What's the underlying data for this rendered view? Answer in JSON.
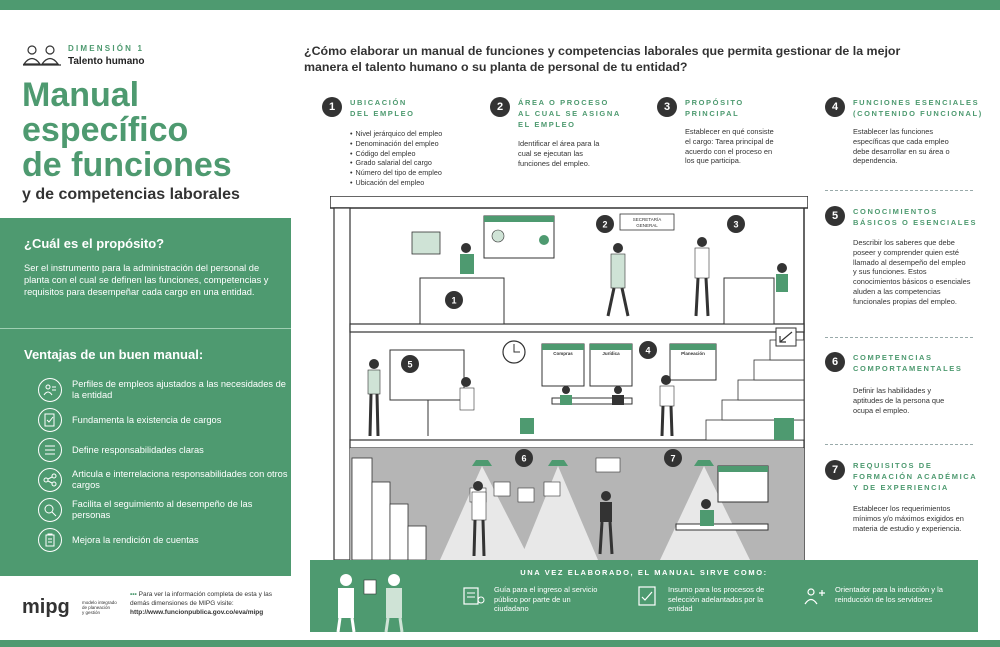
{
  "header": {
    "dimension_label": "DIMENSIÓN 1",
    "dimension_name": "Talento humano",
    "title_line1": "Manual",
    "title_line2": "específico",
    "title_line3": "de funciones",
    "subtitle": "y de competencias laborales"
  },
  "purpose": {
    "title": "¿Cuál es el propósito?",
    "text": "Ser el instrumento para la administración del personal de planta con el cual se definen las funciones, competencias y requisitos para desempeñar cada cargo en una entidad."
  },
  "advantages": {
    "title": "Ventajas de un buen manual:",
    "items": [
      {
        "icon": "people-profile-icon",
        "text": "Perfiles de empleos ajustados a las necesidades de la entidad"
      },
      {
        "icon": "document-check-icon",
        "text": "Fundamenta la existencia de cargos"
      },
      {
        "icon": "list-icon",
        "text": "Define responsabilidades claras"
      },
      {
        "icon": "connections-icon",
        "text": "Articula e interrelaciona responsabilidades con otros cargos"
      },
      {
        "icon": "magnifier-person-icon",
        "text": "Facilita el seguimiento al desempeño de las personas"
      },
      {
        "icon": "clipboard-icon",
        "text": "Mejora la rendición de cuentas"
      }
    ]
  },
  "footer": {
    "logo_text": "mipg",
    "brand_line1": "modelo integrado",
    "brand_line2": "de planeación",
    "brand_line3": "y gestión",
    "note_marker": "•••",
    "note": "Para ver la información completa de esta y las demás dimensiones de MIPG visite:",
    "url": "http://www.funcionpublica.gov.co/eva/mipg"
  },
  "question": "¿Cómo elaborar un manual de funciones y competencias laborales que permita gestionar de la mejor manera el talento humano o su planta de personal de tu entidad?",
  "steps": [
    {
      "num": "1",
      "title_line1": "UBICACIÓN",
      "title_line2": "DEL EMPLEO",
      "title_line3": "",
      "list": [
        "Nivel jerárquico del empleo",
        "Denominación del empleo",
        "Código del empleo",
        "Grado salarial del cargo",
        "Número del tipo de empleo",
        "Ubicación del empleo"
      ],
      "desc": ""
    },
    {
      "num": "2",
      "title_line1": "ÁREA O PROCESO",
      "title_line2": "AL CUAL SE ASIGNA",
      "title_line3": "EL EMPLEO",
      "desc": "Identificar el área para la cual se ejecutan las funciones del empleo."
    },
    {
      "num": "3",
      "title_line1": "PROPÓSITO",
      "title_line2": "PRINCIPAL",
      "title_line3": "",
      "desc": "Establecer en qué consiste el cargo: Tarea principal de acuerdo con el proceso en los que participa."
    },
    {
      "num": "4",
      "title_line1": "FUNCIONES ESENCIALES",
      "title_line2": "(CONTENIDO FUNCIONAL)",
      "title_line3": "",
      "desc": "Establecer las funciones específicas que cada empleo debe desarrollar en su área o dependencia."
    },
    {
      "num": "5",
      "title_line1": "CONOCIMIENTOS",
      "title_line2": "BÁSICOS O ESENCIALES",
      "title_line3": "",
      "desc": "Describir los saberes que debe poseer y comprender quien esté llamado al desempeño del empleo y sus funciones. Estos conocimientos básicos o esenciales aluden a las competencias funcionales propias del empleo."
    },
    {
      "num": "6",
      "title_line1": "COMPETENCIAS",
      "title_line2": "COMPORTAMENTALES",
      "title_line3": "",
      "desc": "Definir las habilidades y aptitudes de la persona que ocupa el empleo."
    },
    {
      "num": "7",
      "title_line1": "REQUISITOS DE",
      "title_line2": "FORMACIÓN ACADÉMICA",
      "title_line3": "Y DE EXPERIENCIA",
      "desc": "Establecer los requerimientos mínimos y/o máximos exigidos en materia de estudio y experiencia."
    }
  ],
  "building": {
    "sign_secretaria_line1": "SECRETARÍA",
    "sign_secretaria_line2": "GENERAL",
    "board_compras": "Compras",
    "board_juridica": "Jurídica",
    "board_planeacion": "Planeación",
    "markers": [
      "1",
      "2",
      "3",
      "4",
      "5",
      "6",
      "7"
    ]
  },
  "uses": {
    "title": "UNA VEZ ELABORADO, EL MANUAL SIRVE COMO:",
    "items": [
      {
        "icon": "guide-icon",
        "text": "Guía para el ingreso al servicio público por parte de un ciudadano"
      },
      {
        "icon": "selection-icon",
        "text": "Insumo para los procesos de selección adelantados por la entidad"
      },
      {
        "icon": "orientation-icon",
        "text": "Orientador para la inducción y la reinducción de los servidores"
      }
    ]
  },
  "colors": {
    "accent": "#4e9a70",
    "dark": "#333333",
    "light_green": "#cfe3d6",
    "gray": "#a6a6a6"
  }
}
